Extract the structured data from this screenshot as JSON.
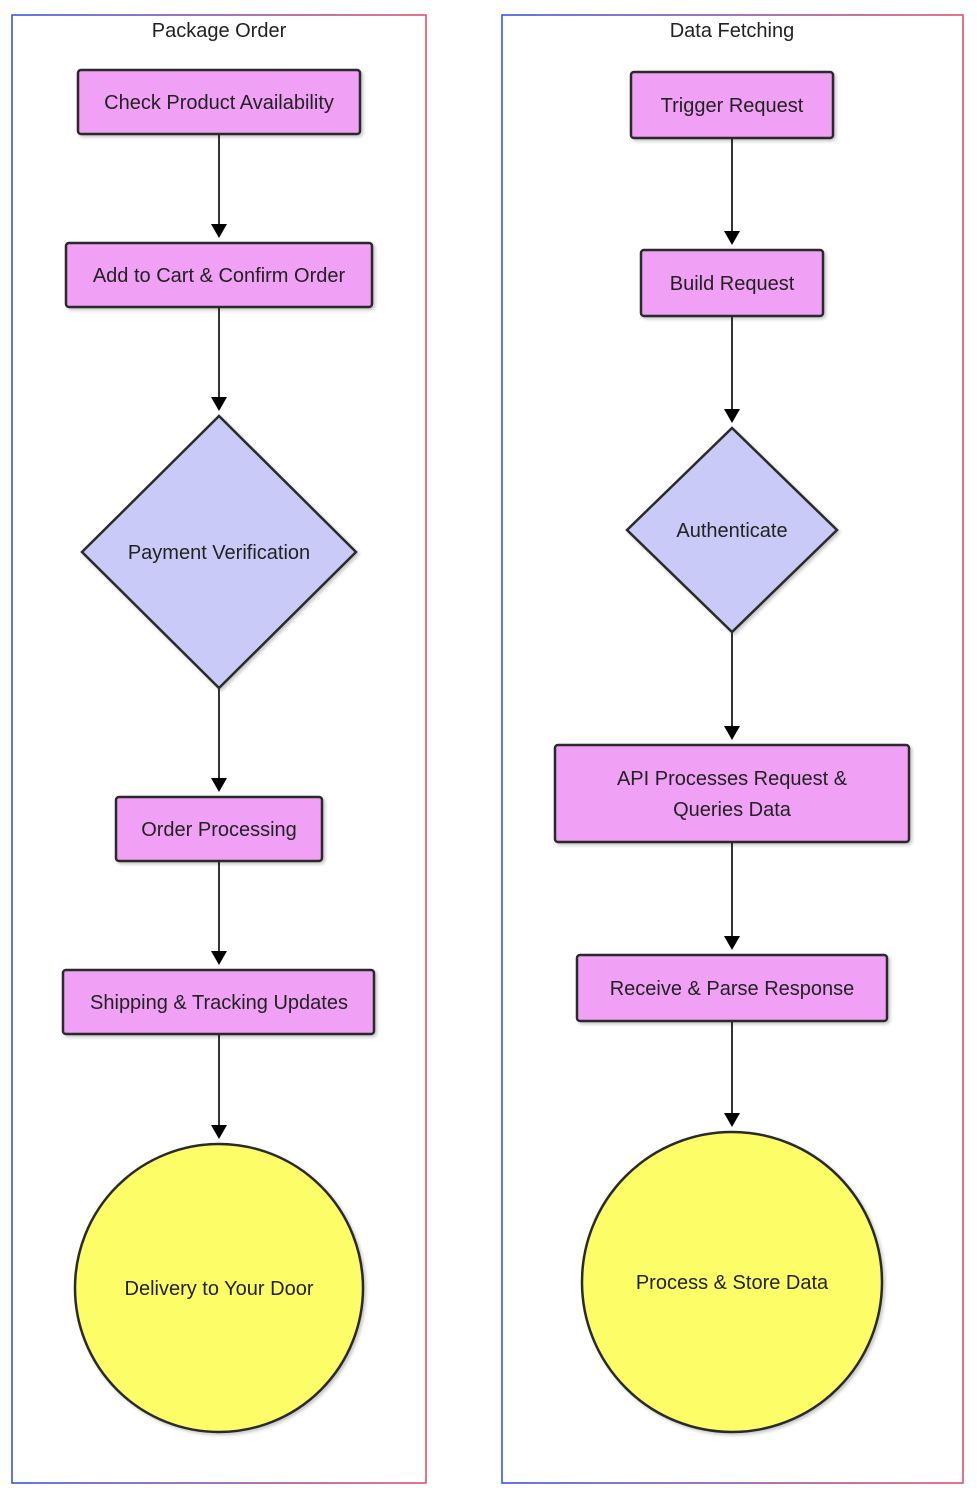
{
  "colors": {
    "process_fill": "#f0a0f5",
    "decision_fill": "#c9caf8",
    "terminal_fill": "#fdfd68",
    "panel_border_left": "#3a55e0",
    "panel_border_right": "#e0506e"
  },
  "panels": [
    {
      "title": "Package Order",
      "nodes": [
        {
          "shape": "rect",
          "lines": [
            "Check Product Availability"
          ]
        },
        {
          "shape": "rect",
          "lines": [
            "Add to Cart & Confirm Order"
          ]
        },
        {
          "shape": "diamond",
          "lines": [
            "Payment Verification"
          ]
        },
        {
          "shape": "rect",
          "lines": [
            "Order Processing"
          ]
        },
        {
          "shape": "rect",
          "lines": [
            "Shipping & Tracking Updates"
          ]
        },
        {
          "shape": "circle",
          "lines": [
            "Delivery to Your Door"
          ]
        }
      ]
    },
    {
      "title": "Data Fetching",
      "nodes": [
        {
          "shape": "rect",
          "lines": [
            "Trigger Request"
          ]
        },
        {
          "shape": "rect",
          "lines": [
            "Build Request"
          ]
        },
        {
          "shape": "diamond",
          "lines": [
            "Authenticate"
          ]
        },
        {
          "shape": "rect",
          "lines": [
            "API Processes Request &",
            "Queries Data"
          ]
        },
        {
          "shape": "rect",
          "lines": [
            "Receive & Parse Response"
          ]
        },
        {
          "shape": "circle",
          "lines": [
            "Process & Store Data"
          ]
        }
      ]
    }
  ]
}
